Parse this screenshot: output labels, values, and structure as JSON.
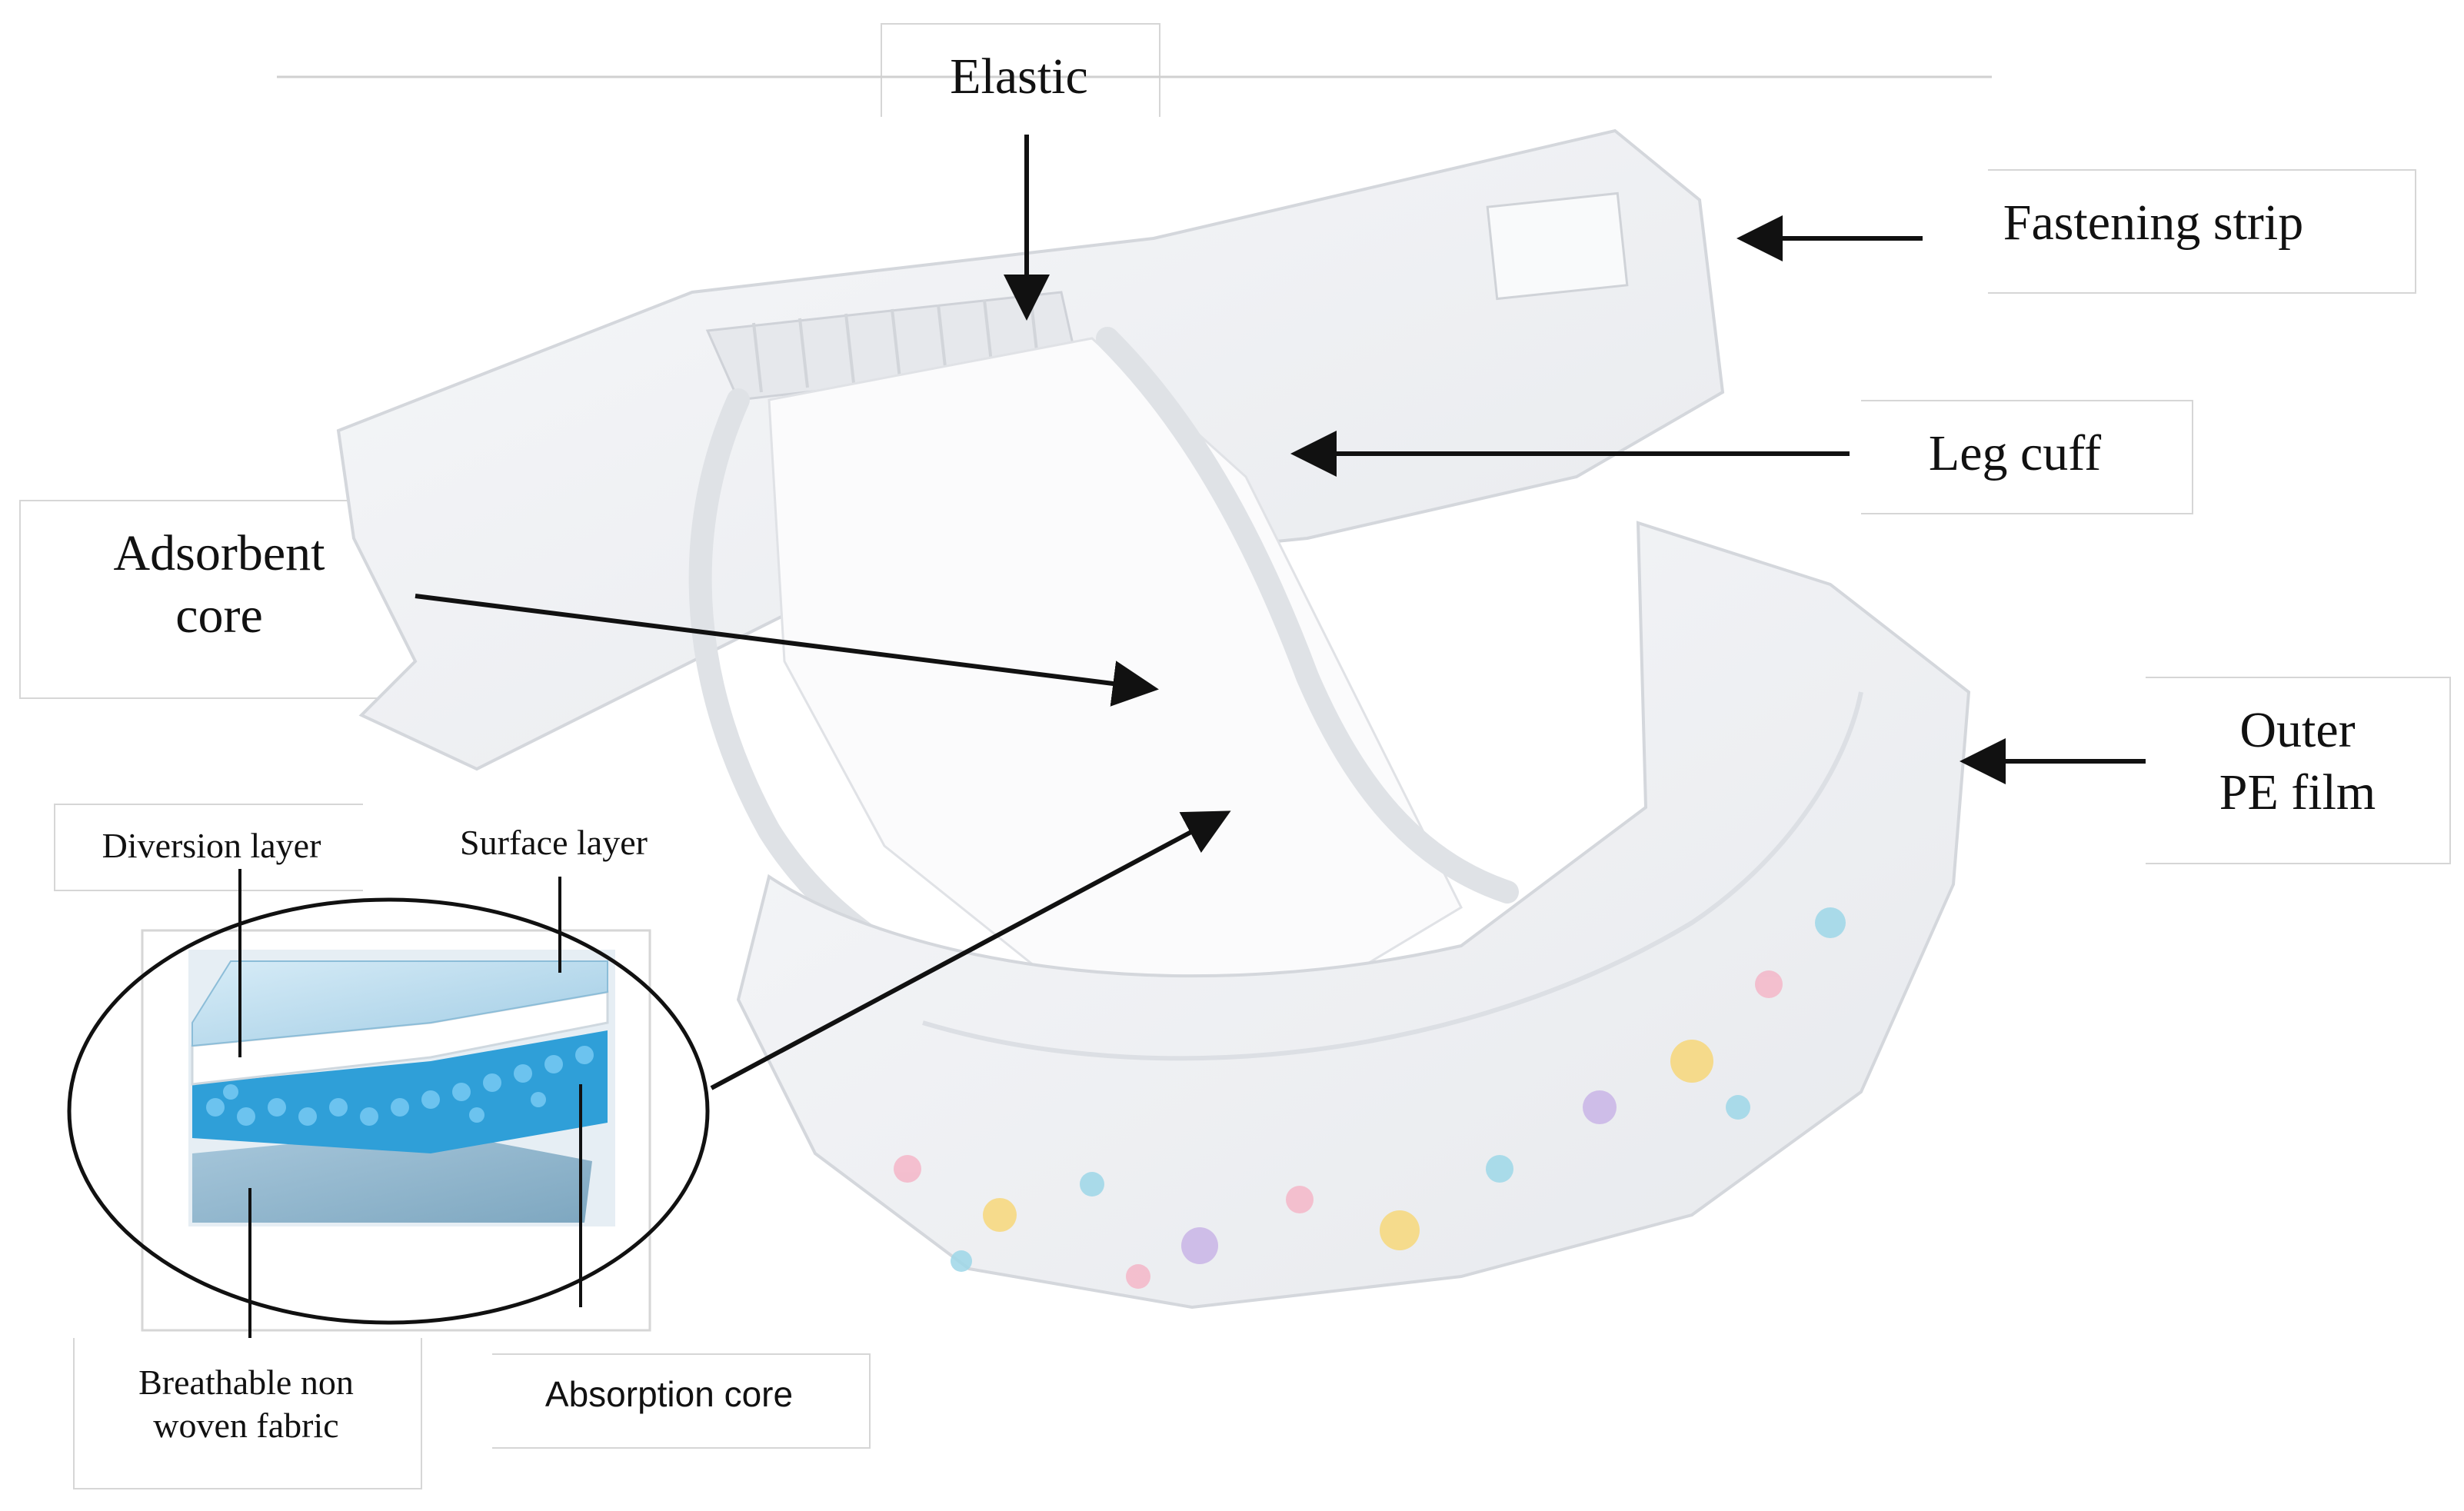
{
  "labels": {
    "elastic": "Elastic",
    "fastening_strip": "Fastening strip",
    "leg_cuff": "Leg cuff",
    "adsorbent_core": [
      "Adsorbent",
      "core"
    ],
    "outer_pe_film": [
      "Outer",
      "PE film"
    ],
    "diversion_layer": "Diversion layer",
    "surface_layer": "Surface layer",
    "breathable_fabric": [
      "Breathable non",
      "woven fabric"
    ],
    "absorption_core": "Absorption core"
  },
  "colors": {
    "background": "#ffffff",
    "text": "#111111",
    "arrow": "#111111",
    "label_box_border": "#d6d6d6",
    "diaper_body": "#f1f2f4",
    "diaper_shadow": "#d8dbe0",
    "layer_surface": "#a9d4ea",
    "layer_beads": "#2f9fd8",
    "layer_bottom": "#8fb7d0"
  }
}
